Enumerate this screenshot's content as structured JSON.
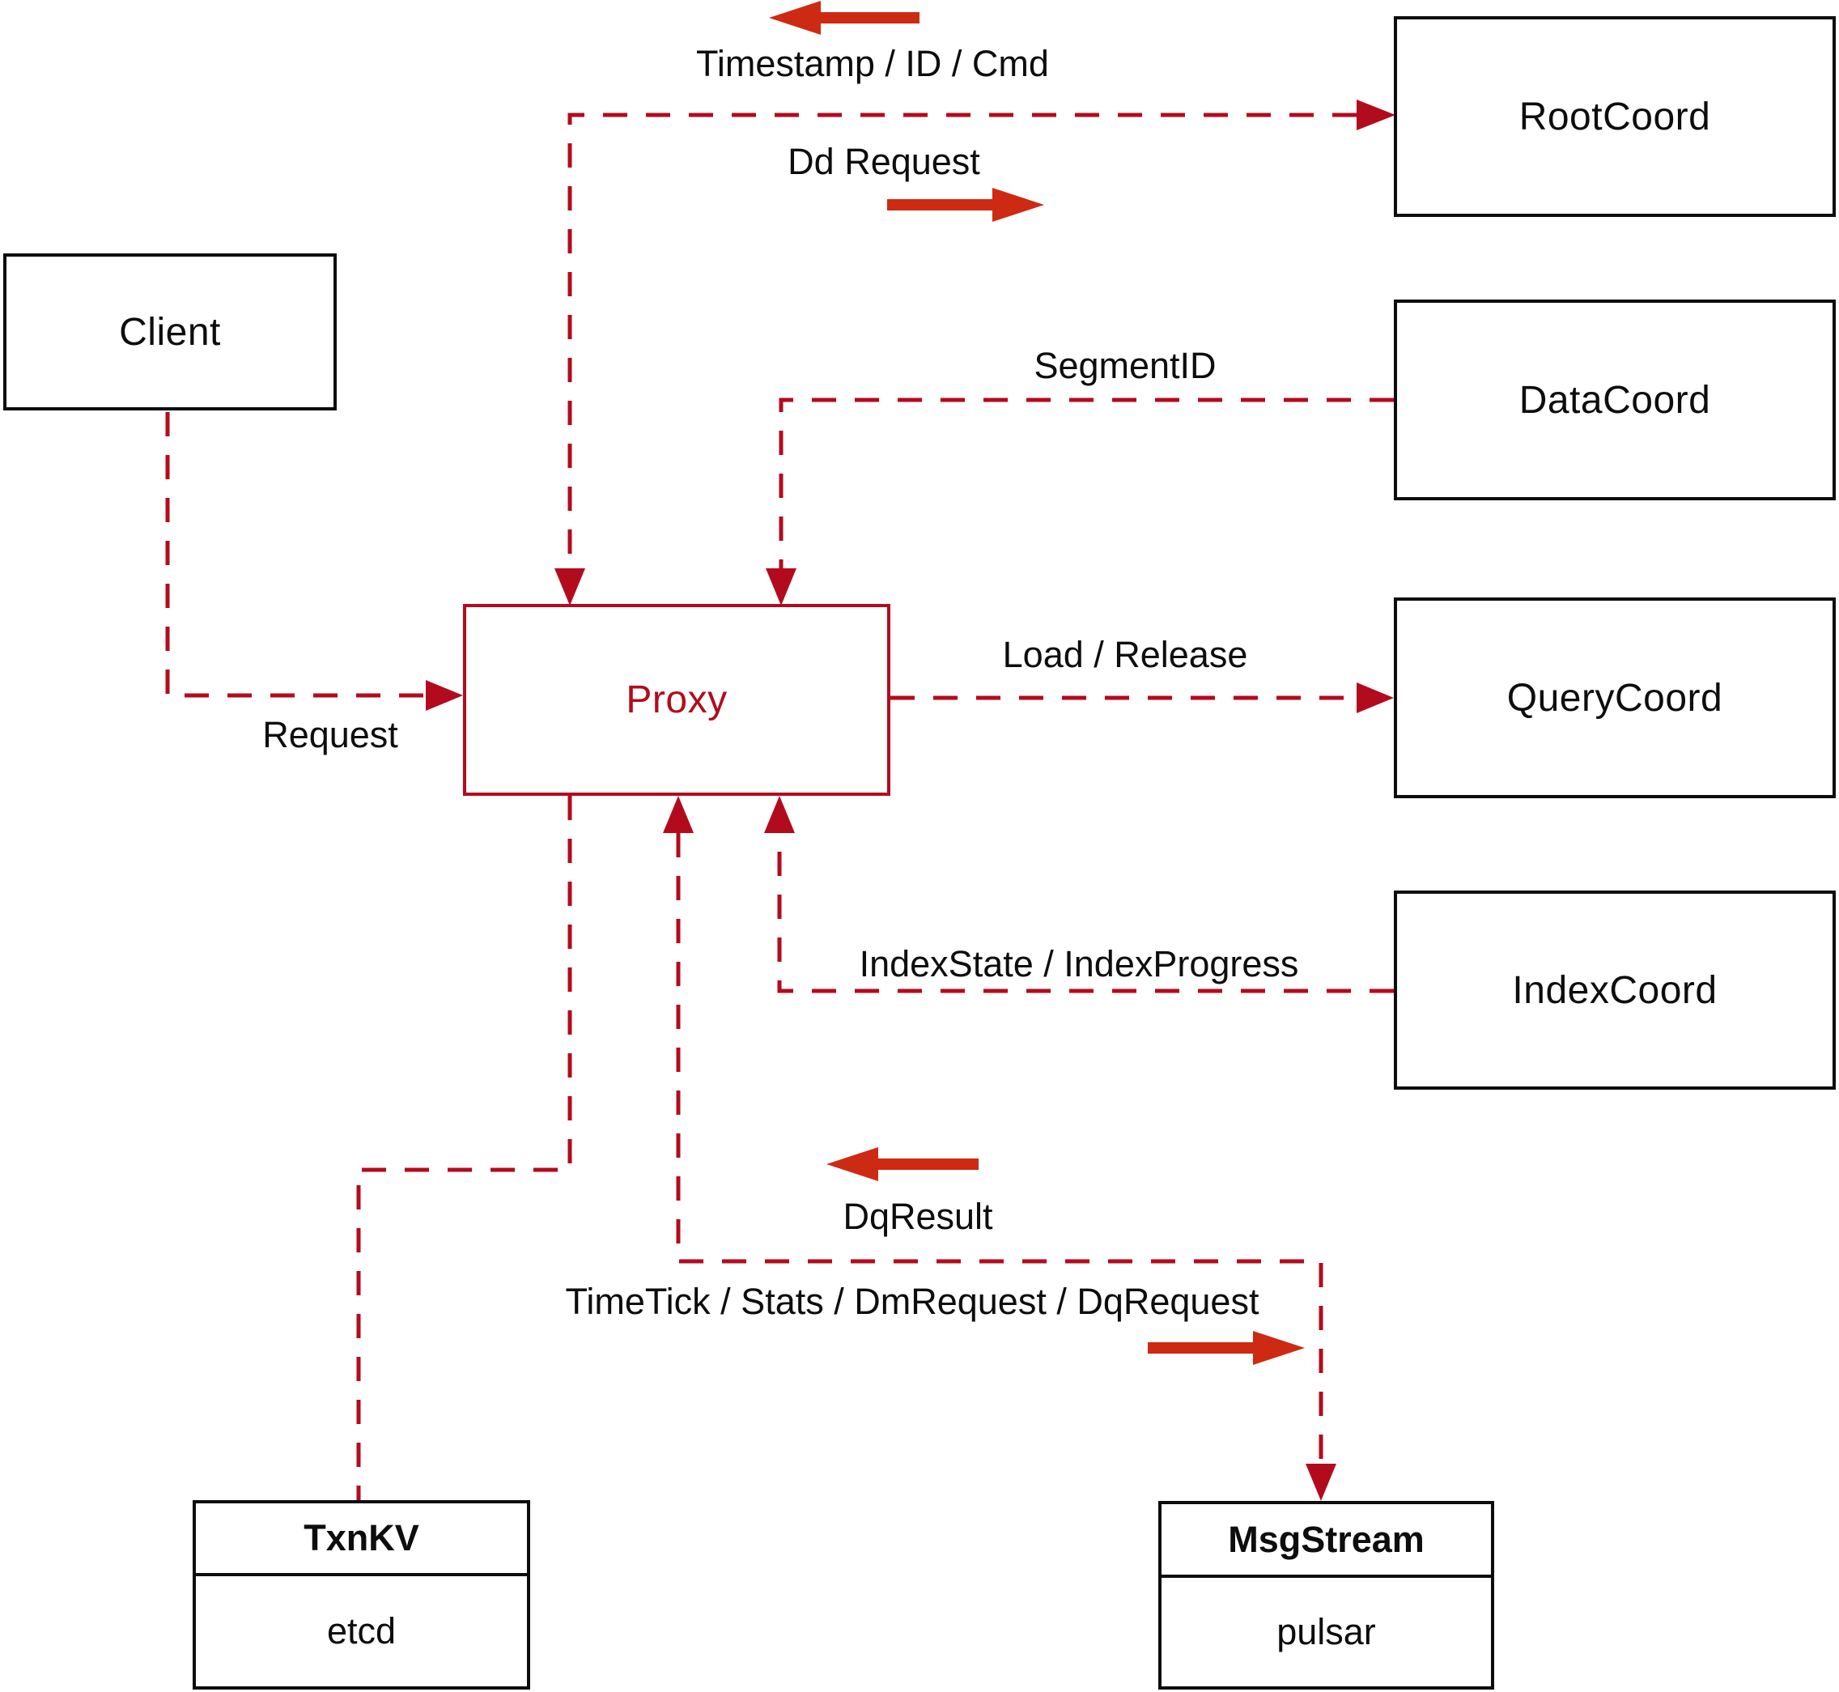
{
  "diagram": {
    "title_note": "Milvus proxy interaction diagram",
    "nodes": {
      "client": {
        "label": "Client"
      },
      "proxy": {
        "label": "Proxy"
      },
      "root_coord": {
        "label": "RootCoord"
      },
      "data_coord": {
        "label": "DataCoord"
      },
      "query_coord": {
        "label": "QueryCoord"
      },
      "index_coord": {
        "label": "IndexCoord"
      },
      "txn_kv": {
        "title": "TxnKV",
        "subtitle": "etcd"
      },
      "msg_stream": {
        "title": "MsgStream",
        "subtitle": "pulsar"
      }
    },
    "edge_labels": {
      "timestamp": "Timestamp / ID / Cmd",
      "dd_request": "Dd Request",
      "segment_id": "SegmentID",
      "request": "Request",
      "load_release": "Load / Release",
      "index_state": "IndexState / IndexProgress",
      "dq_result": "DqResult",
      "time_tick": "TimeTick / Stats / DmRequest / DqRequest"
    },
    "colors": {
      "connector_dashed": "#b30b1e",
      "solid_arrow": "#cd2a13",
      "box_border": "#0d0d0d",
      "text": "#0d0d0d",
      "proxy_accent": "#b30b1e",
      "background": "#ffffff"
    }
  }
}
